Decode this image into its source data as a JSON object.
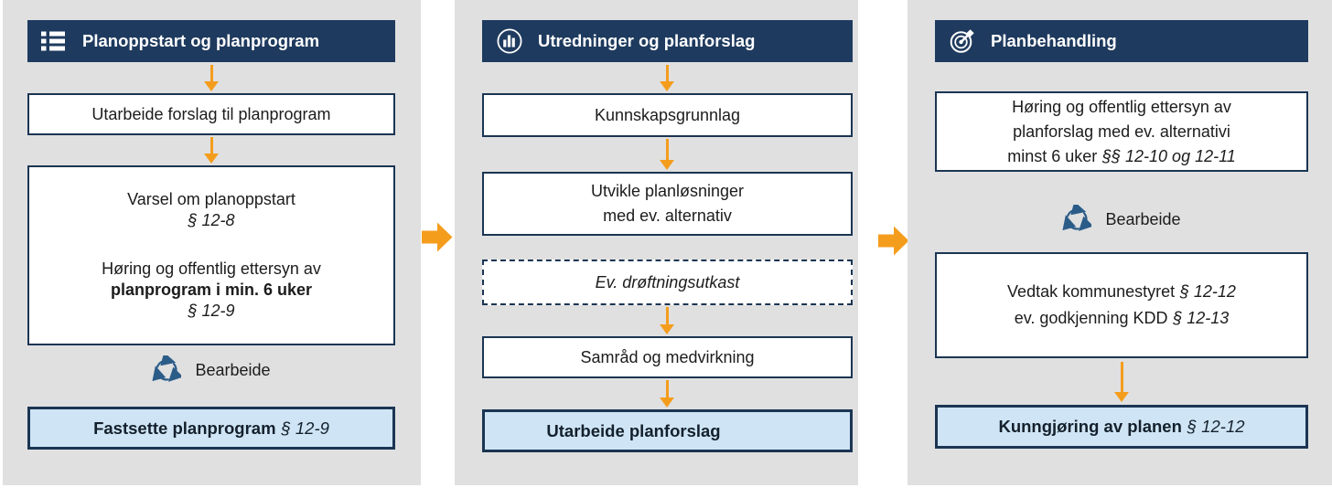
{
  "colors": {
    "navy": "#1E3A5E",
    "box-border": "#1B3553",
    "highlight-blue": "#CFE5F5",
    "arrow-orange": "#F49D1D",
    "panel-grey": "#E0E0E0",
    "cycle-blue": "#2B5C88",
    "text": "#1C1C1C"
  },
  "columns": [
    {
      "header": {
        "label": "Planoppstart og planprogram",
        "icon": "list-icon"
      },
      "boxes": {
        "draft_program": "Utarbeide forslag til planprogram",
        "notice": {
          "line1": "Varsel om planoppstart",
          "ref1": "§ 12-8",
          "line2": "Høring og offentlig ettersyn av",
          "line3": "planprogram i min. 6 uker",
          "ref2": "§ 12-9"
        }
      },
      "rework": {
        "icon": "cycle-icon",
        "label": "Bearbeide"
      },
      "final": {
        "title": "Fastsette planprogram",
        "ref": "§ 12-9"
      }
    },
    {
      "header": {
        "label": "Utredninger og planforslag",
        "icon": "bar-chart-icon"
      },
      "boxes": {
        "knowledge": "Kunnskapsgrunnlag",
        "develop_line1": "Utvikle planløsninger",
        "develop_line2": "med ev. alternativ",
        "draft_discussion": "Ev. drøftningsutkast",
        "consultation": "Samråd og medvirkning"
      },
      "final": {
        "title": "Utarbeide planforslag"
      }
    },
    {
      "header": {
        "label": "Planbehandling",
        "icon": "target-icon"
      },
      "boxes": {
        "hearing": {
          "line1": "Høring og offentlig ettersyn av",
          "line2": "planforslag med ev. alternativi",
          "line3": "minst 6 uker",
          "ref": "§§ 12-10 og 12-11"
        },
        "decision": {
          "line1": "Vedtak kommunestyret",
          "ref1": "§ 12-12",
          "line2": "ev. godkjenning KDD",
          "ref2": "§ 12-13"
        }
      },
      "rework": {
        "icon": "cycle-icon",
        "label": "Bearbeide"
      },
      "final": {
        "title": "Kunngjøring av planen",
        "ref": "§ 12-12"
      }
    }
  ]
}
